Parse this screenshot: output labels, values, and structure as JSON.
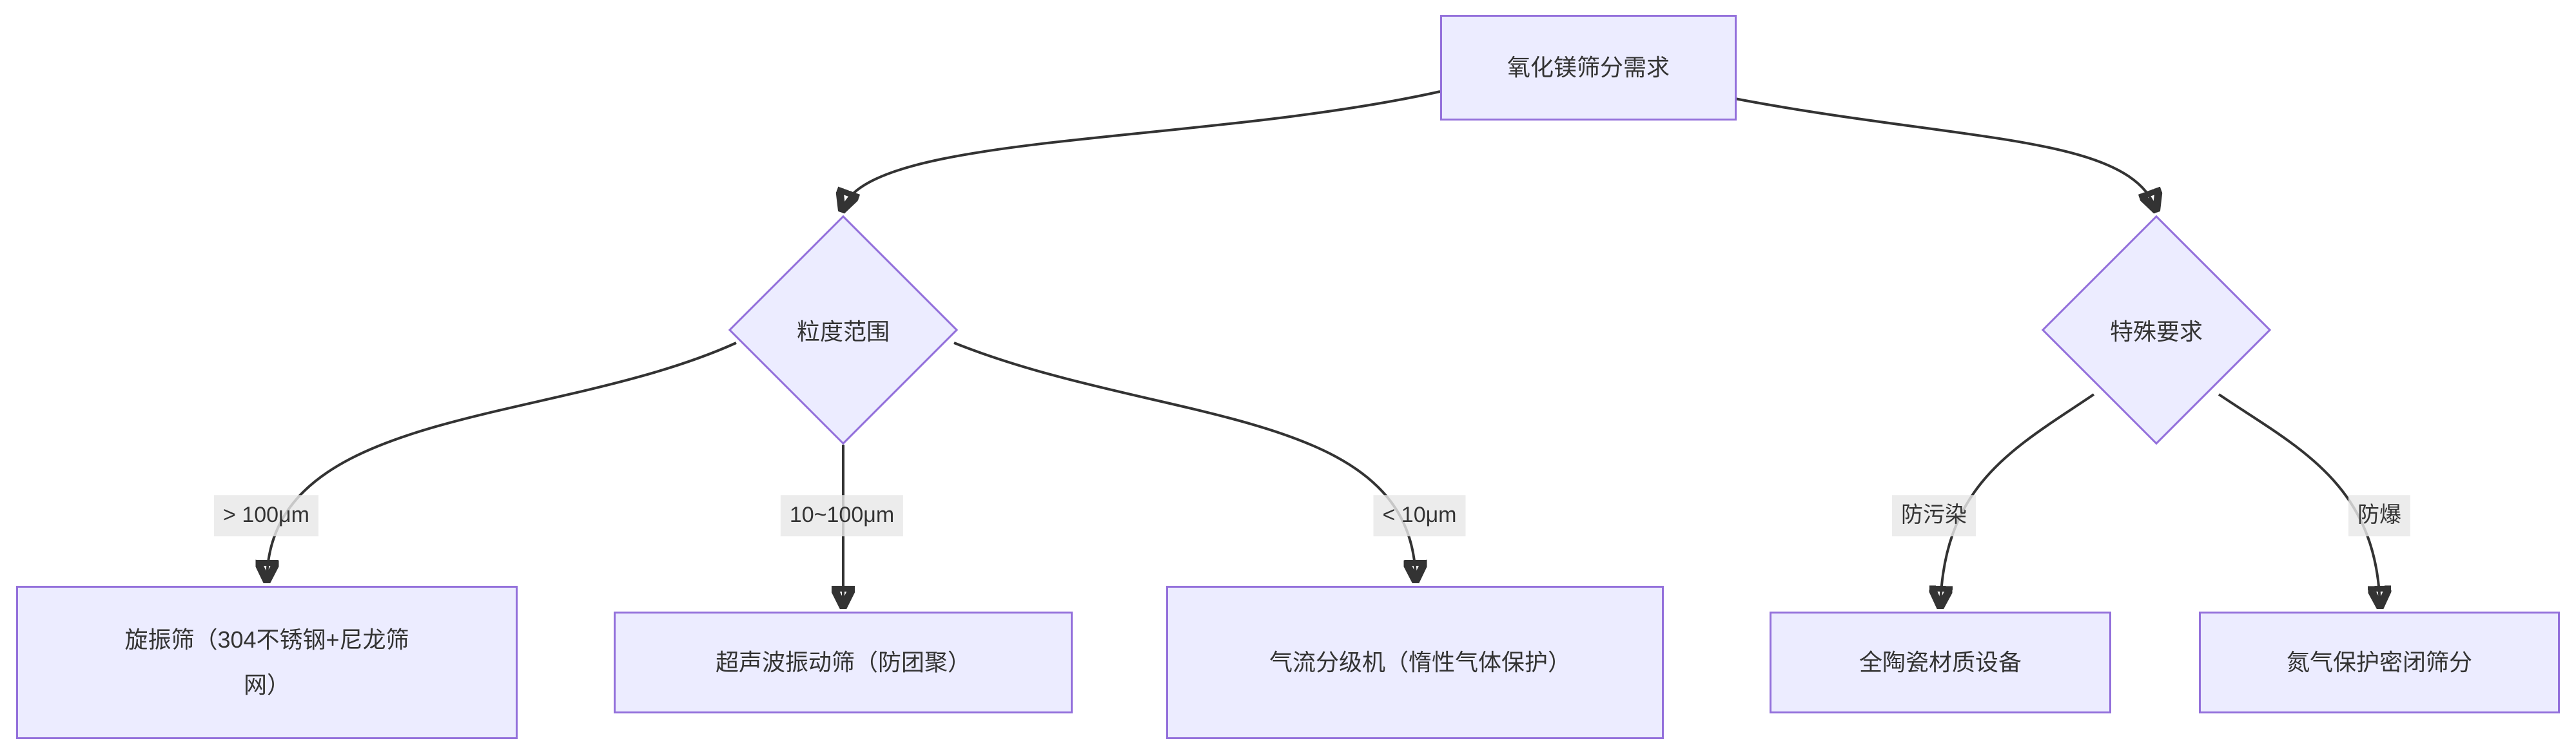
{
  "diagram": {
    "type": "flowchart",
    "root": {
      "label": "氧化镁筛分需求"
    },
    "decisions": {
      "particle_size": {
        "label": "粒度范围"
      },
      "special": {
        "label": "特殊要求"
      }
    },
    "branches": [
      {
        "condition": "> 100μm",
        "outcome": "旋振筛（304不锈钢+尼龙筛网）"
      },
      {
        "condition": "10~100μm",
        "outcome": "超声波振动筛（防团聚）"
      },
      {
        "condition": "< 10μm",
        "outcome": "气流分级机（惰性气体保护）"
      },
      {
        "condition": "防污染",
        "outcome": "全陶瓷材质设备"
      },
      {
        "condition": "防爆",
        "outcome": "氮气保护密闭筛分"
      }
    ],
    "colors": {
      "node_fill": "#ECECFF",
      "node_border": "#9370DB",
      "edge_stroke": "#333333",
      "edge_label_bg": "#e8e8e8",
      "text": "#333333",
      "background": "#ffffff"
    }
  }
}
